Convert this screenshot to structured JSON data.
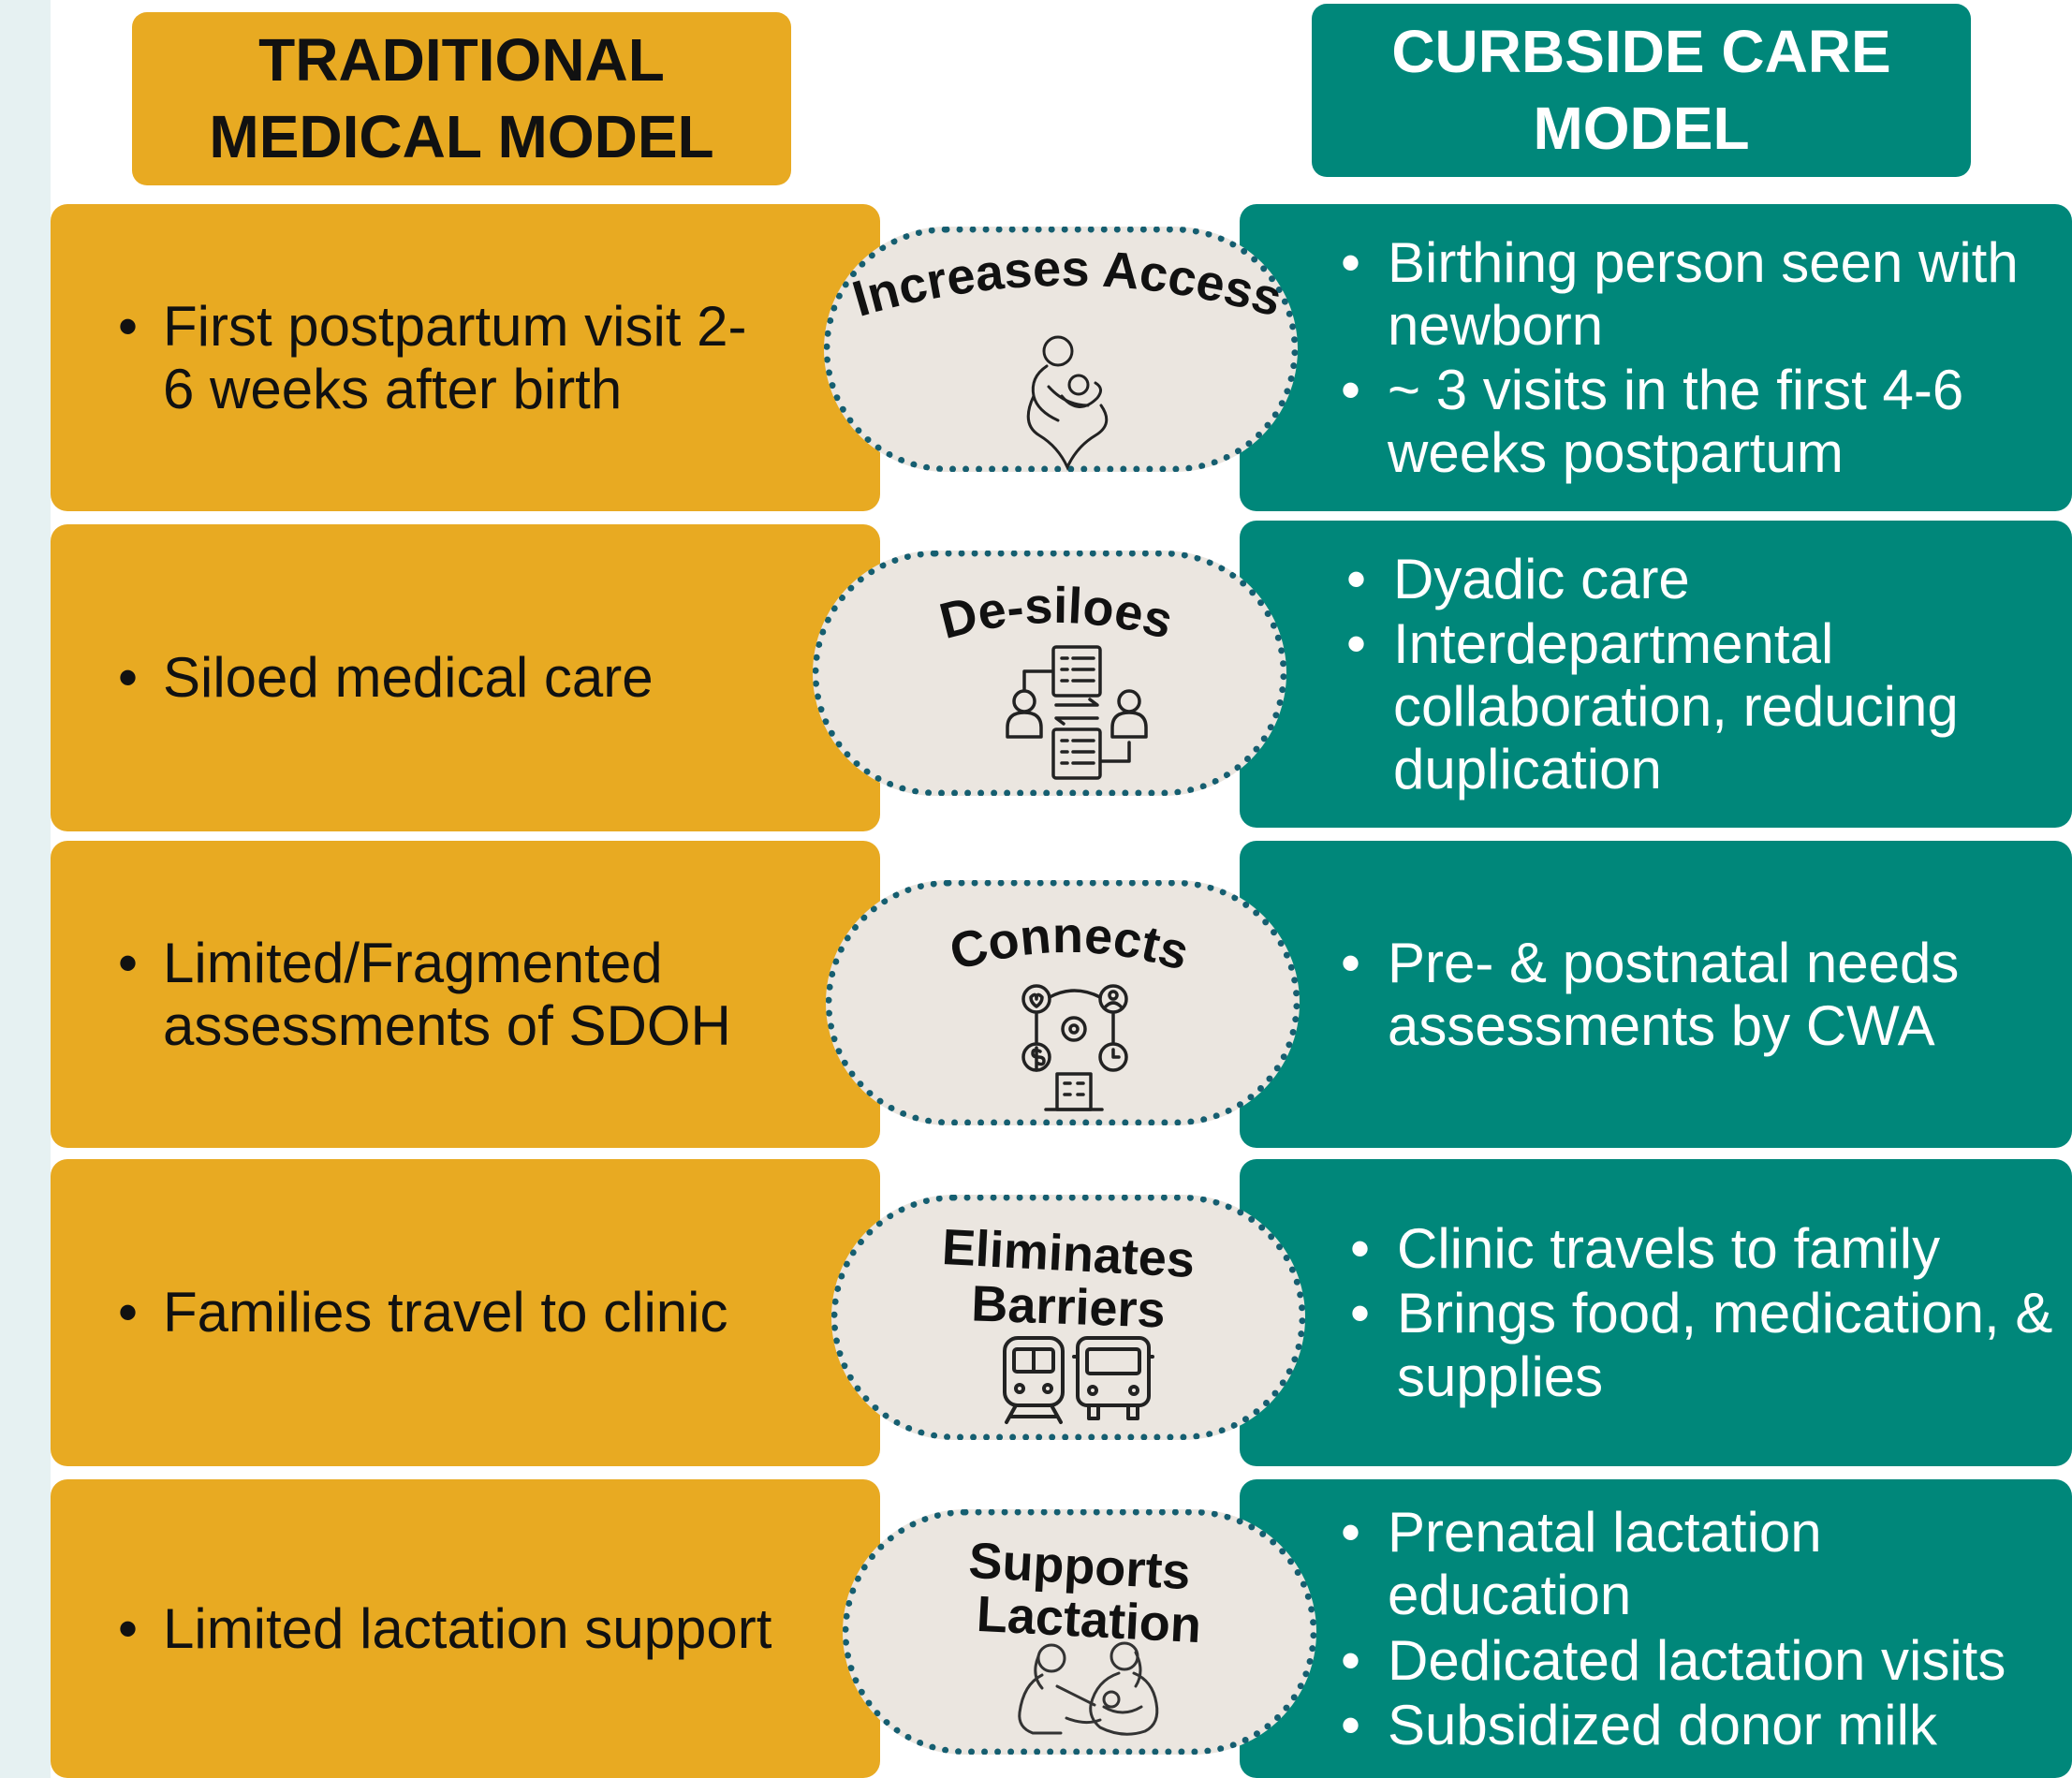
{
  "headers": {
    "traditional": [
      "TRADITIONAL",
      "MEDICAL MODEL"
    ],
    "curbside": [
      "CURBSIDE CARE",
      "MODEL"
    ]
  },
  "rows": [
    {
      "traditional": [
        "First postpartum visit 2-6 weeks after birth"
      ],
      "connector": [
        "Increases Access"
      ],
      "connector_icon": "mother-and-baby-heart-icon",
      "curbside": [
        "Birthing person seen with newborn",
        "~ 3 visits in the first 4-6 weeks postpartum"
      ]
    },
    {
      "traditional": [
        "Siloed medical care"
      ],
      "connector": [
        "De-siloes"
      ],
      "connector_icon": "exchange-people-documents-icon",
      "curbside": [
        "Dyadic care",
        "Interdepartmental collaboration, reducing duplication"
      ]
    },
    {
      "traditional": [
        "Limited/Fragmented assessments of SDOH"
      ],
      "connector": [
        "Connects"
      ],
      "connector_icon": "network-services-icon",
      "curbside": [
        "Pre- & postnatal needs assessments by CWA"
      ]
    },
    {
      "traditional": [
        "Families travel to clinic"
      ],
      "connector": [
        "Eliminates",
        "Barriers"
      ],
      "connector_icon": "train-and-bus-icon",
      "curbside": [
        "Clinic travels to family",
        "Brings food, medication, & supplies"
      ]
    },
    {
      "traditional": [
        "Limited lactation support"
      ],
      "connector": [
        "Supports",
        "Lactation"
      ],
      "connector_icon": "lactation-support-icon",
      "curbside": [
        "Prenatal lactation education",
        "Dedicated lactation visits",
        "Subsidized donor milk"
      ]
    }
  ],
  "colors": {
    "traditional": "#e8aa22",
    "curbside": "#00877a",
    "pill_fill": "#ebe6e0",
    "pill_dots": "#155e70"
  }
}
